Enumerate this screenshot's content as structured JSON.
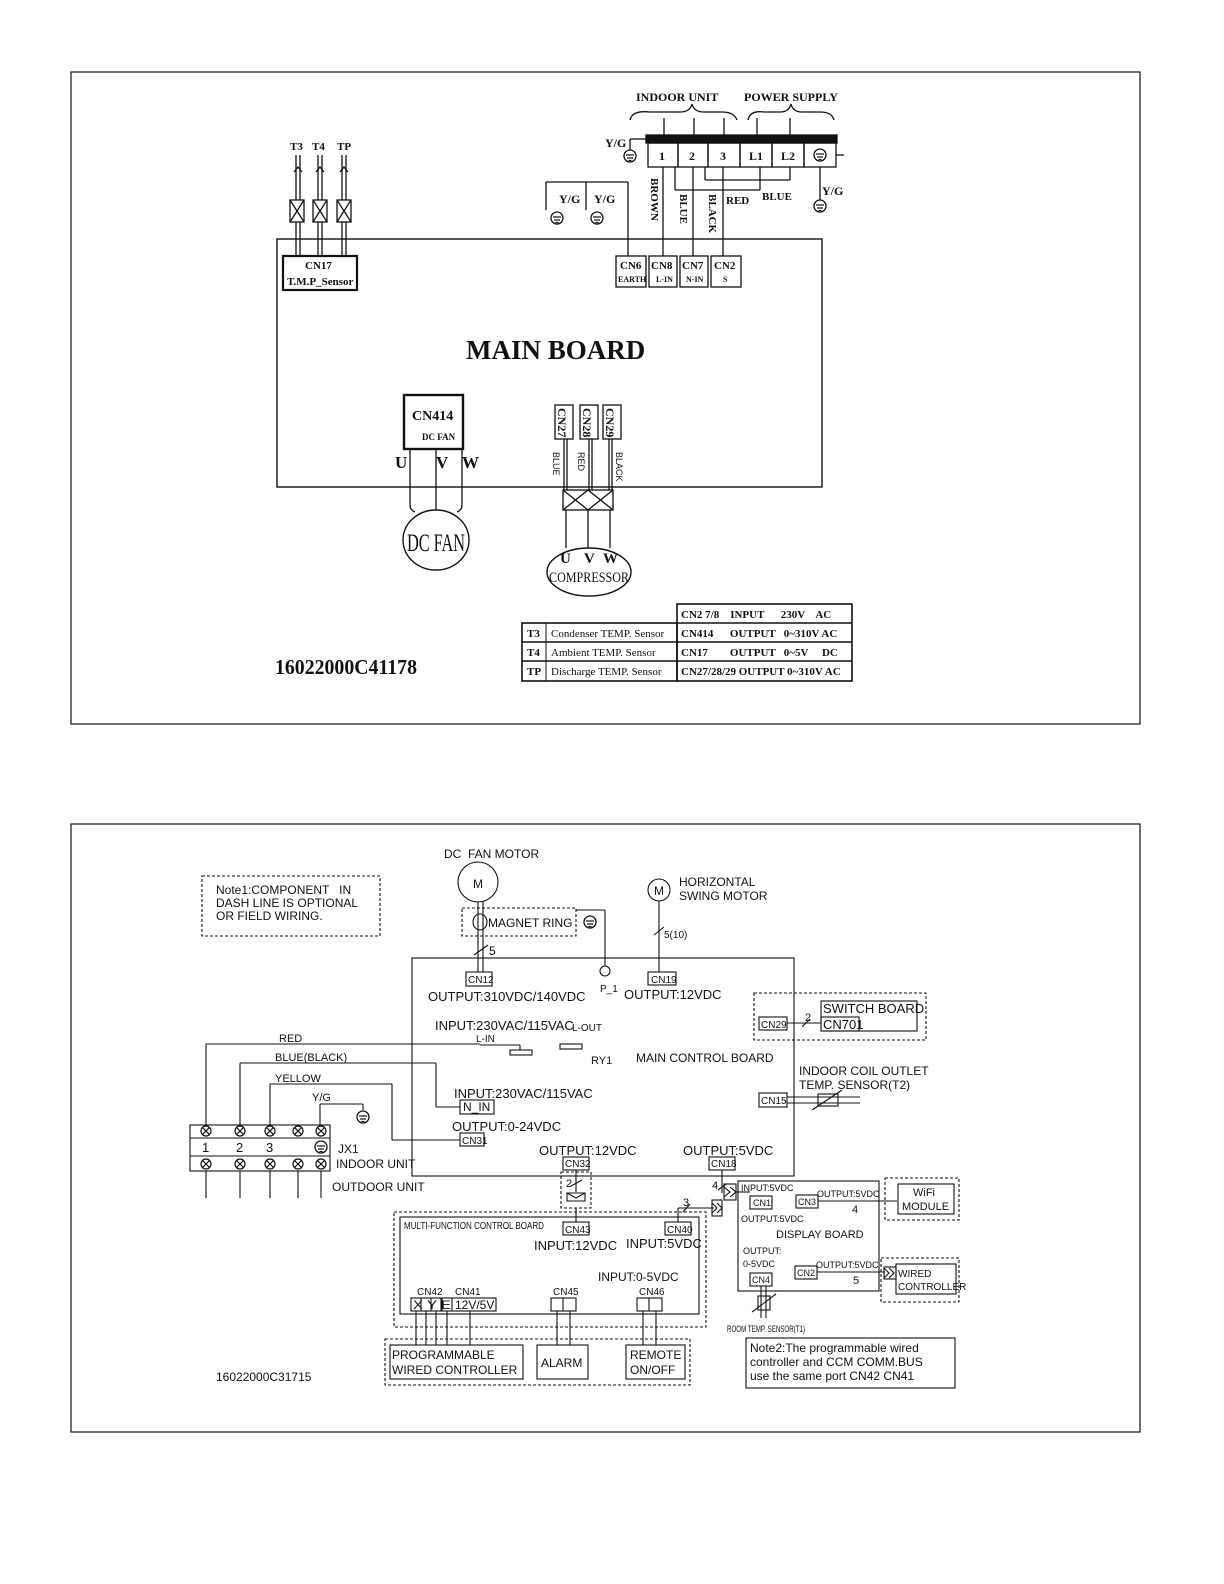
{
  "top": {
    "part_no": "16022000C41178",
    "main_board": "MAIN BOARD",
    "indoor_unit": "INDOOR UNIT",
    "power_supply": "POWER SUPPLY",
    "yg": "Y/G",
    "terminals": [
      "1",
      "2",
      "3",
      "L1",
      "L2"
    ],
    "wire_colors": {
      "brown": "BROWN",
      "blue": "BLUE",
      "black": "BLACK",
      "red": "RED",
      "blue2": "BLUE"
    },
    "sensors": [
      "T3",
      "T4",
      "TP"
    ],
    "cn17": "CN17",
    "cn17_sub": "T.M.P_Sensor",
    "cn6": "CN6",
    "cn6_sub": "EARTH",
    "cn8": "CN8",
    "cn8_sub": "L-IN",
    "cn7": "CN7",
    "cn7_sub": "N-IN",
    "cn2": "CN2",
    "cn2_sub": "S",
    "cn414": "CN414",
    "cn414_sub": "DC FAN",
    "uvw": [
      "U",
      "V",
      "W"
    ],
    "cn27": "CN27",
    "cn28": "CN28",
    "cn29": "CN29",
    "comp_colors": [
      "BLUE",
      "RED",
      "BLACK"
    ],
    "dc_fan": "DC FAN",
    "compressor": "COMPRESSOR",
    "table_right": [
      "CN2 7/8    INPUT      230V    AC",
      "CN414      OUTPUT   0~310V AC",
      "CN17        OUTPUT   0~5V     DC",
      "CN27/28/29 OUTPUT 0~310V AC"
    ],
    "table_left": [
      {
        "code": "T3",
        "desc": "Condenser TEMP. Sensor"
      },
      {
        "code": "T4",
        "desc": "Ambient TEMP. Sensor"
      },
      {
        "code": "TP",
        "desc": "Discharge TEMP. Sensor"
      }
    ]
  },
  "bottom": {
    "part_no": "16022000C31715",
    "note1": [
      "Note1:COMPONENT   IN",
      "DASH LINE IS OPTIONAL",
      "OR FIELD WIRING."
    ],
    "dc_fan_motor": "DC  FAN MOTOR",
    "m": "M",
    "magnet_ring": "MAGNET RING",
    "horizontal": "HORIZONTAL",
    "swing_motor": "SWING MOTOR",
    "n5": "5",
    "n5_10": "5(10)",
    "cn12": "CN12",
    "p1": "P_1",
    "cn19": "CN19",
    "out310": "OUTPUT:310VDC/140VDC",
    "out12a": "OUTPUT:12VDC",
    "input230": "INPUT:230VAC/115VAC",
    "lin": "L-IN",
    "lout": "L-OUT",
    "ry1": "RY1",
    "main_control": "MAIN CONTROL BOARD",
    "input230b": "INPUT:230VAC/115VAC",
    "n_in": "N_IN",
    "out024": "OUTPUT:0-24VDC",
    "cn31": "CN31",
    "out12b": "OUTPUT:12VDC",
    "cn32": "CN32",
    "out5": "OUTPUT:5VDC",
    "cn18": "CN18",
    "cn29": "CN29",
    "n2": "2",
    "switch_board": "SWITCH BOARD",
    "cn701": "CN701",
    "indoor_coil": "INDOOR COIL OUTLET",
    "temp_sensor_t2": "TEMP. SENSOR(T2)",
    "cn15": "CN15",
    "red": "RED",
    "blue_black": "BLUE(BLACK)",
    "yellow": "YELLOW",
    "yg": "Y/G",
    "jx_terms": [
      "1",
      "2",
      "3"
    ],
    "jx1": "JX1",
    "indoor_unit": "INDOOR UNIT",
    "outdoor_unit": "OUTDOOR UNIT",
    "n3": "3",
    "n4a": "4",
    "mfcb": "MULTI-FUNCTION CONTROL BOARD",
    "cn43": "CN43",
    "cn40": "CN40",
    "in12": "INPUT:12VDC",
    "in5": "INPUT:5VDC",
    "in05": "INPUT:0-5VDC",
    "cn42": "CN42",
    "cn41": "CN41",
    "cn45": "CN45",
    "cn46": "CN46",
    "xye": "X Y E",
    "v125": "12V/5V",
    "prog1": "PROGRAMMABLE",
    "prog2": "WIRED CONTROLLER",
    "alarm": "ALARM",
    "remote1": "REMOTE",
    "remote2": "ON/OFF",
    "input5vdc": "INPUT:5VDC",
    "cn1": "CN1",
    "out5vdc_a": "OUTPUT:5VDC",
    "cn3": "CN3",
    "out5vdc_b": "OUTPUT:5VDC",
    "n4b": "4",
    "wifi1": "WiFi",
    "wifi2": "MODULE",
    "display_board": "DISPLAY BOARD",
    "out_05_1": "OUTPUT:",
    "out_05_2": "0-5VDC",
    "cn4": "CN4",
    "cn2": "CN2",
    "out5vdc_c": "OUTPUT:5VDC",
    "n5b": "5",
    "wired1": "WIRED",
    "wired2": "CONTROLLER",
    "room_temp": "ROOM TEMP. SENSOR(T1)",
    "note2": [
      "Note2:The programmable wired",
      "controller and CCM COMM.BUS",
      "use the same port CN42 CN41"
    ]
  }
}
